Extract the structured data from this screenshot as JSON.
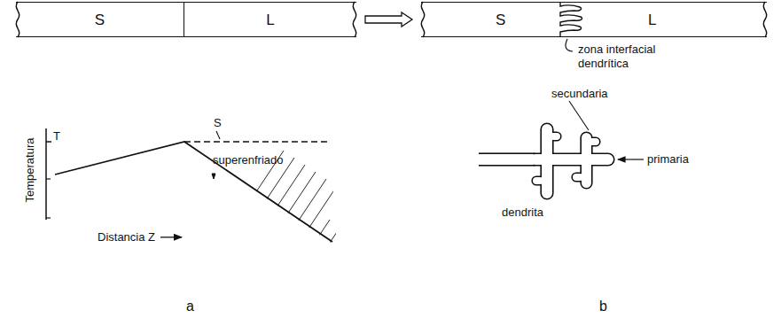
{
  "diagram": {
    "nodes": [
      {
        "text": [
          "S"
        ]
      },
      {
        "text": [
          "L"
        ]
      },
      {
        "text": [
          "S",
          "L"
        ]
      }
    ],
    "edges": [
      {
        "from": 1,
        "to": 2,
        "arrow": "to"
      }
    ],
    "labels": [
      "Temperatura",
      "T",
      "S",
      "superenfriado",
      "Distancia Z",
      "zona interfacial dendrítica",
      "secundaria",
      "primaria",
      "dendrita",
      "a",
      "b"
    ]
  }
}
